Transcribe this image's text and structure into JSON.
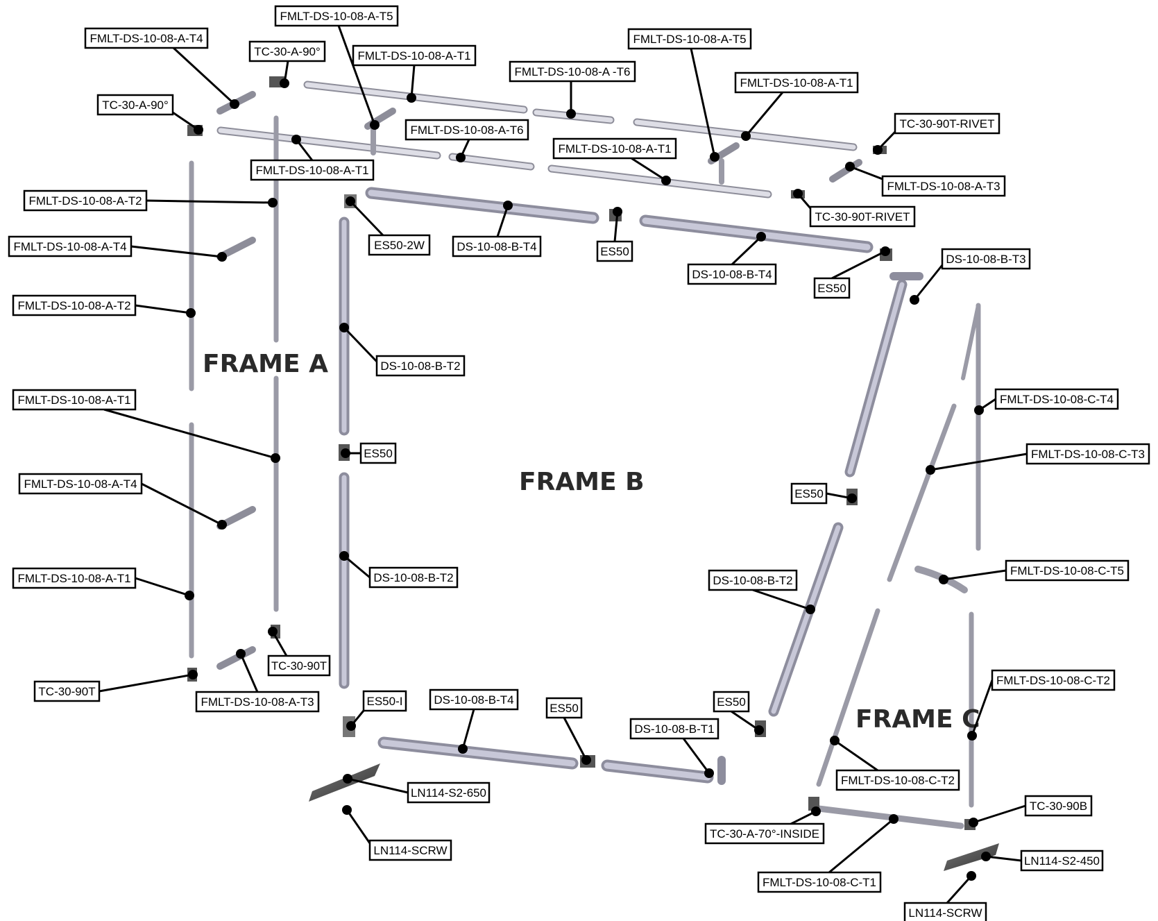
{
  "frames": {
    "a": "FRAME A",
    "b": "FRAME B",
    "c": "FRAME C"
  },
  "labels": [
    "FMLT-DS-10-08-A-T4",
    "TC-30-A-90°",
    "FMLT-DS-10-08-A-T5",
    "FMLT-DS-10-08-A-T1",
    "FMLT-DS-10-08-A -T6",
    "FMLT-DS-10-08-A-T5",
    "FMLT-DS-10-08-A-T1",
    "TC-30-A-90°",
    "FMLT-DS-10-08-A-T6",
    "FMLT-DS-10-08-A-T1",
    "TC-30-90T-RIVET",
    "FMLT-DS-10-08-A-T1",
    "FMLT-DS-10-08-A-T3",
    "FMLT-DS-10-08-A-T2",
    "TC-30-90T-RIVET",
    "ES50-2W",
    "DS-10-08-B-T4",
    "ES50",
    "FMLT-DS-10-08-A-T4",
    "DS-10-08-B-T4",
    "DS-10-08-B-T3",
    "ES50",
    "FMLT-DS-10-08-A-T2",
    "DS-10-08-B-T2",
    "FMLT-DS-10-08-A-T1",
    "FMLT-DS-10-08-C-T4",
    "ES50",
    "FMLT-DS-10-08-C-T3",
    "FMLT-DS-10-08-A-T4",
    "ES50",
    "FMLT-DS-10-08-C-T5",
    "FMLT-DS-10-08-A-T1",
    "DS-10-08-B-T2",
    "DS-10-08-B-T2",
    "TC-30-90T",
    "FMLT-DS-10-08-C-T2",
    "TC-30-90T",
    "FMLT-DS-10-08-A-T3",
    "ES50-I",
    "DS-10-08-B-T4",
    "ES50",
    "ES50",
    "DS-10-08-B-T1",
    "FMLT-DS-10-08-C-T2",
    "LN114-S2-650",
    "TC-30-90B",
    "TC-30-A-70°-INSIDE",
    "LN114-SCRW",
    "LN114-S2-450",
    "FMLT-DS-10-08-C-T1",
    "LN114-SCRW"
  ]
}
